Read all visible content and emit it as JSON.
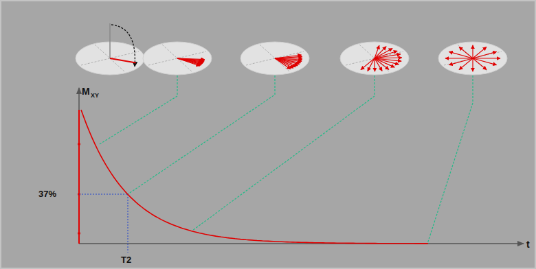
{
  "diagram": {
    "labels": [
      "M",
      "XY",
      "37%",
      "T2",
      "t"
    ]
  }
}
